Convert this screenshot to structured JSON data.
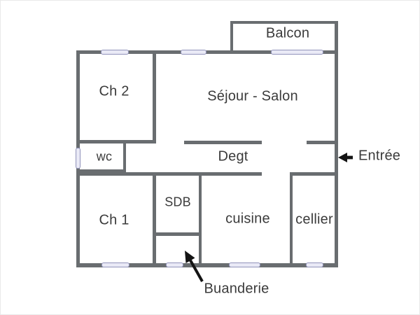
{
  "plan": {
    "type": "apartment-floor-plan",
    "rooms": {
      "balcon": {
        "label": "Balcon"
      },
      "ch2": {
        "label": "Ch 2"
      },
      "sejour": {
        "label": "Séjour - Salon"
      },
      "wc": {
        "label": "wc"
      },
      "degt": {
        "label": "Degt"
      },
      "ch1": {
        "label": "Ch 1"
      },
      "sdb": {
        "label": "SDB"
      },
      "cuisine": {
        "label": "cuisine"
      },
      "cellier": {
        "label": "cellier"
      }
    },
    "annotations": {
      "entree": {
        "label": "Entrée",
        "arrow_direction": "left"
      },
      "buanderie": {
        "label": "Buanderie",
        "arrow_direction": "up-left"
      }
    },
    "window_markers": [
      "ch2-top",
      "sejour-top",
      "balcon-bottom",
      "wc-left",
      "ch1-bottom",
      "buanderie-bottom",
      "cuisine-bottom",
      "cellier-bottom"
    ]
  },
  "colors": {
    "wall": "#696d70",
    "window_fill": "#eaeaf6",
    "window_border": "#9193bb",
    "text": "#3b3b3b",
    "arrow": "#141414"
  }
}
